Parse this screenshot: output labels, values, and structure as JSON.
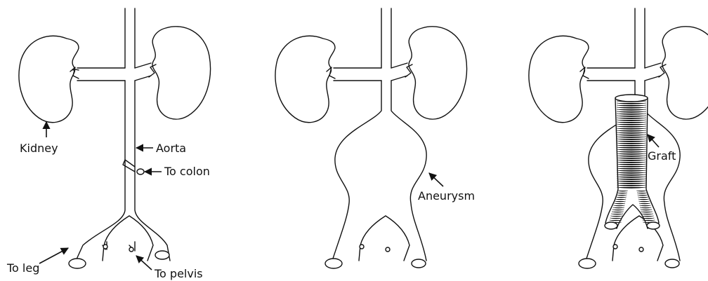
{
  "labels": {
    "kidney": "Kidney",
    "aorta": "Aorta",
    "to_colon": "To colon",
    "to_leg": "To leg",
    "to_pelvis": "To pelvis",
    "aneurysm": "Aneurysm",
    "graft": "Graft"
  }
}
